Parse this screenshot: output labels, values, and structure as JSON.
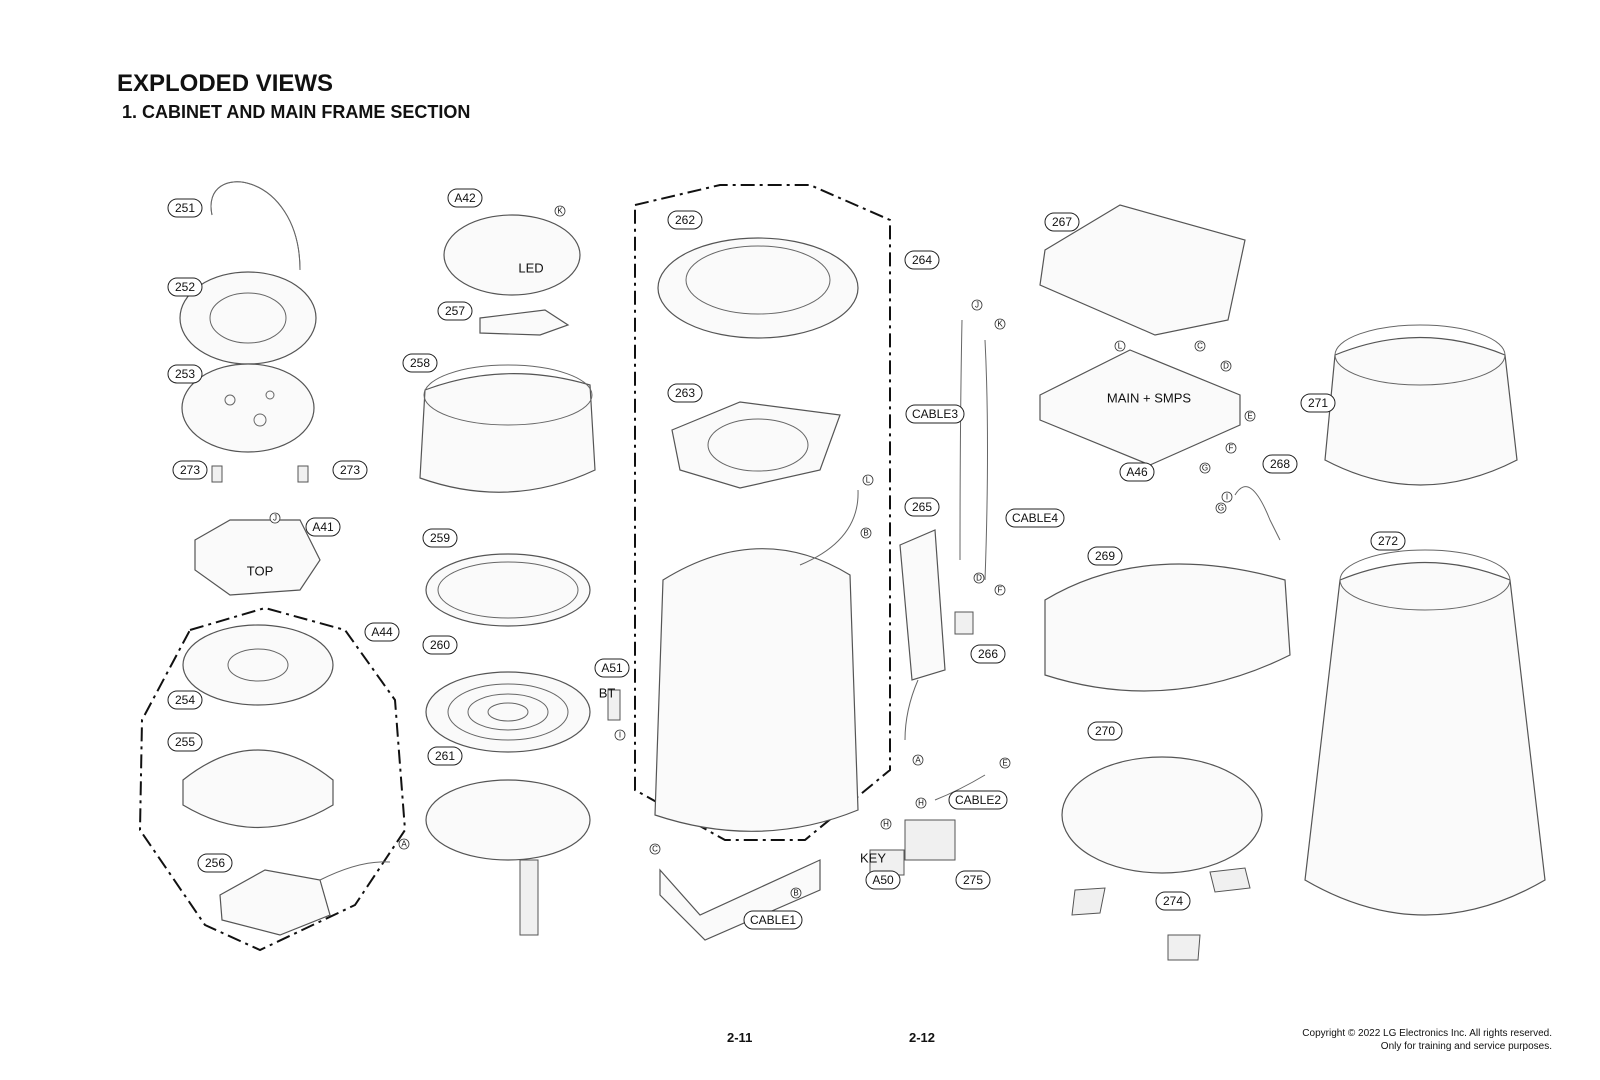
{
  "header": {
    "title": "EXPLODED VIEWS",
    "subtitle": "1. CABINET AND MAIN FRAME SECTION"
  },
  "footer": {
    "page_left": "2-11",
    "page_right": "2-12",
    "copyright_line1": "Copyright © 2022 LG Electronics Inc. All rights reserved.",
    "copyright_line2": "Only for training and service purposes."
  },
  "part_labels": [
    "251",
    "252",
    "253",
    "273",
    "273",
    "A41",
    "A44",
    "254",
    "255",
    "256",
    "A42",
    "257",
    "258",
    "259",
    "260",
    "A51",
    "261",
    "262",
    "263",
    "264",
    "CABLE3",
    "CABLE4",
    "265",
    "266",
    "CABLE2",
    "275",
    "A50",
    "CABLE1",
    "267",
    "A46",
    "268",
    "269",
    "270",
    "271",
    "272",
    "274"
  ],
  "connector_labels": [
    "K",
    "J",
    "K",
    "L",
    "B",
    "D",
    "F",
    "A",
    "E",
    "H",
    "H",
    "I",
    "C",
    "B",
    "A",
    "L",
    "C",
    "D",
    "E",
    "F",
    "G",
    "G",
    "I",
    "J"
  ],
  "annotations": [
    "LED",
    "TOP",
    "BT",
    "MAIN + SMPS",
    "KEY"
  ]
}
